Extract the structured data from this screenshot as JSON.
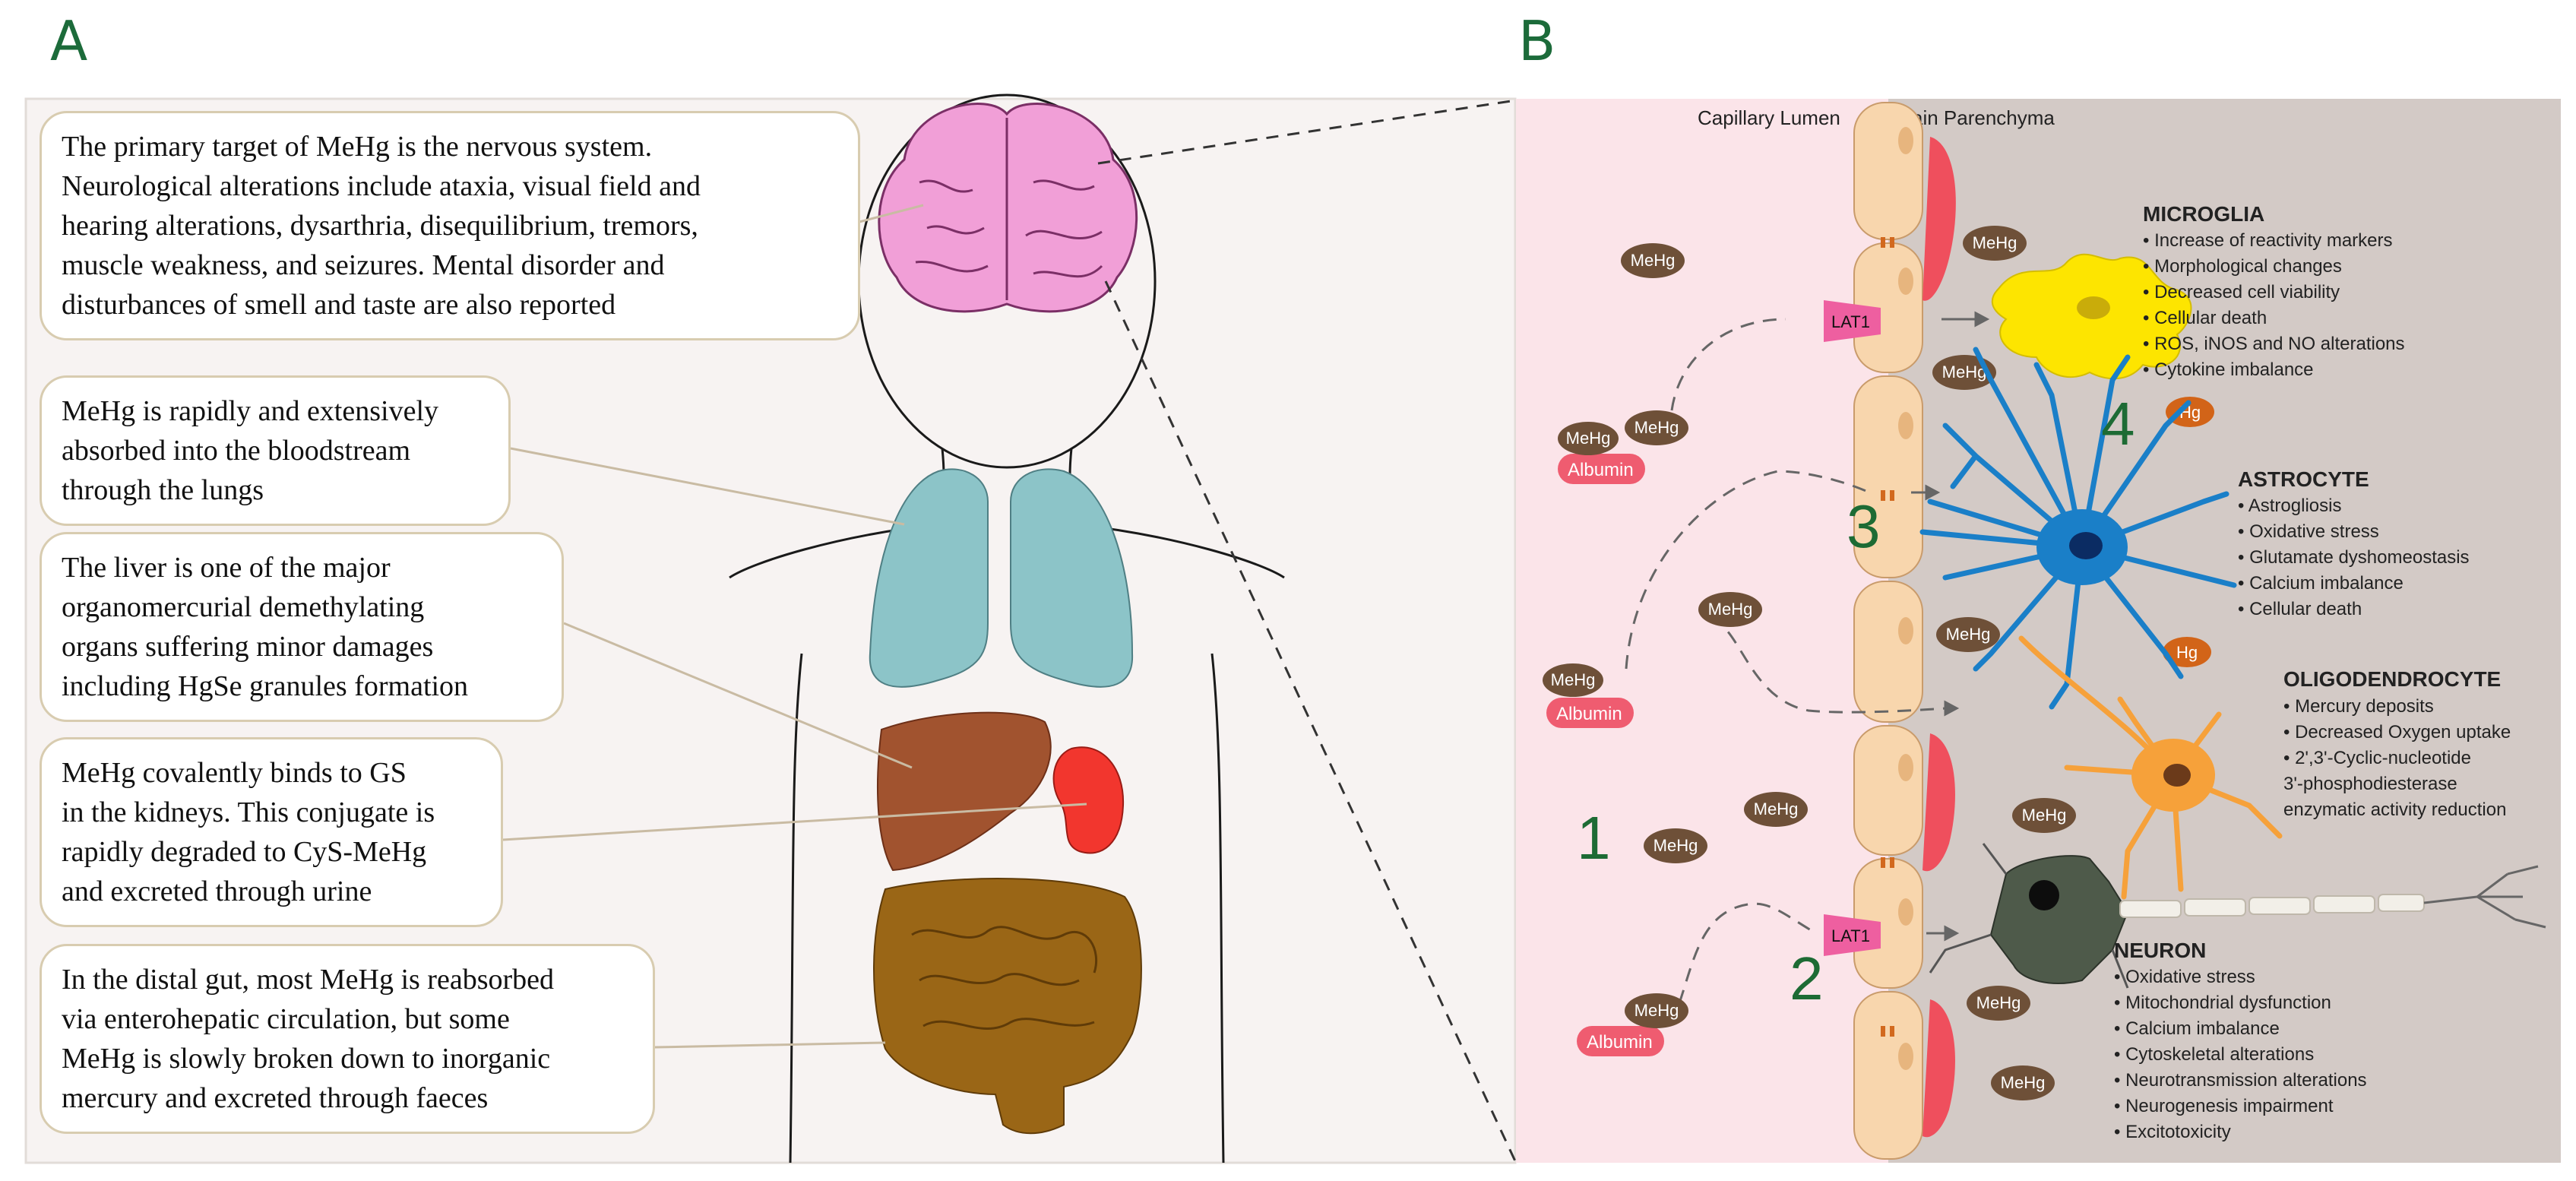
{
  "panels": {
    "a": "A",
    "b": "B"
  },
  "panel_a": {
    "callouts": [
      {
        "lines": [
          "The primary target of MeHg is the nervous system.",
          "Neurological alterations include ataxia, visual field and",
          "hearing alterations, dysarthria, disequilibrium, tremors,",
          "muscle weakness, and seizures. Mental disorder and",
          "disturbances of smell and taste are also reported"
        ]
      },
      {
        "lines": [
          "MeHg is rapidly and extensively",
          "absorbed into the bloodstream",
          "through the lungs"
        ]
      },
      {
        "lines": [
          "The liver is one of the major",
          "organomercurial demethylating",
          "organs suffering minor damages",
          "including HgSe granules formation"
        ]
      },
      {
        "lines": [
          "MeHg covalently binds to GS",
          "in the kidneys. This conjugate is",
          "rapidly degraded to CyS-MeHg",
          "and excreted through urine"
        ]
      },
      {
        "lines": [
          "In the distal gut, most MeHg is reabsorbed",
          "via enterohepatic circulation, but some",
          "MeHg is slowly broken down to inorganic",
          "mercury and excreted through faeces"
        ]
      }
    ]
  },
  "panel_b": {
    "lumen_label": "Capillary Lumen",
    "parenchyma_label": "Brain Parenchyma",
    "mehg": "MeHg",
    "albumin": "Albumin",
    "lat1": "LAT1",
    "hg": "Hg",
    "steps": [
      "1",
      "2",
      "3",
      "4"
    ],
    "cells": [
      {
        "title": "MICROGLIA",
        "items": [
          "• Increase of reactivity markers",
          "• Morphological changes",
          "• Decreased cell viability",
          "• Cellular death",
          "• ROS, iNOS and NO alterations",
          "• Cytokine imbalance"
        ]
      },
      {
        "title": "ASTROCYTE",
        "items": [
          "• Astrogliosis",
          "• Oxidative stress",
          "• Glutamate dyshomeostasis",
          "• Calcium imbalance",
          "• Cellular death"
        ]
      },
      {
        "title": "OLIGODENDROCYTE",
        "items": [
          "• Mercury deposits",
          "• Decreased Oxygen uptake",
          "• 2',3'-Cyclic-nucleotide",
          "3'-phosphodiesterase",
          "enzymatic activity reduction"
        ]
      },
      {
        "title": "NEURON",
        "items": [
          "• Oxidative stress",
          "• Mitochondrial dysfunction",
          "• Calcium imbalance",
          "• Cytoskeletal alterations",
          "• Neurotransmission alterations",
          "• Neurogenesis impairment",
          "• Excitotoxicity"
        ]
      }
    ],
    "colors": {
      "lumen": "#fbe4e9",
      "parenchyma": "#d3cac6",
      "endothelial": "#f8d6ad",
      "mehg": "#6e5038",
      "albumin": "#ef5c70",
      "lat1": "#ee5fa0",
      "microglia": "#fde500",
      "astrocyte": "#1a7fc8",
      "oligodendrocyte": "#f6a13a",
      "neuron": "#4e5a4a",
      "step": "#1d6b34",
      "hg": "#d26418"
    }
  }
}
